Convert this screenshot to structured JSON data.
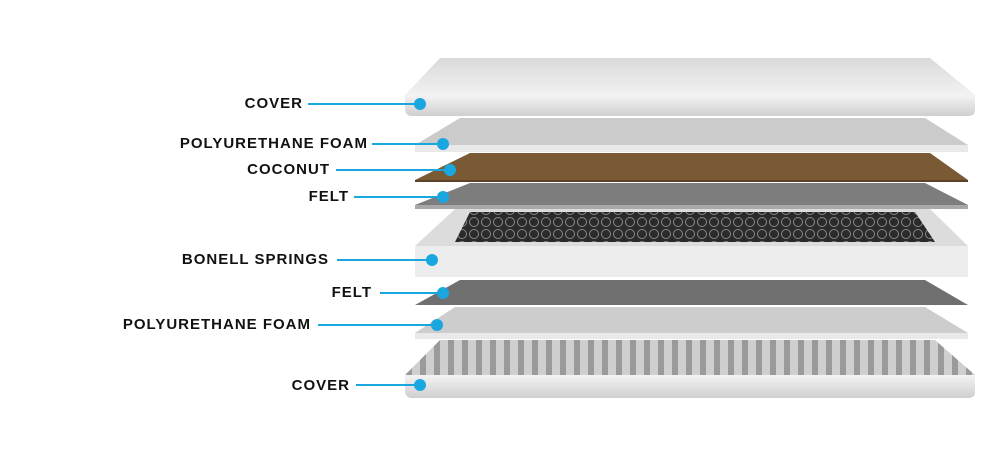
{
  "layers": [
    {
      "label": "COVER"
    },
    {
      "label": "POLYURETHANE FOAM"
    },
    {
      "label": "COCONUT"
    },
    {
      "label": "FELT"
    },
    {
      "label": "BONELL SPRINGS"
    },
    {
      "label": "FELT"
    },
    {
      "label": "POLYURETHANE FOAM"
    },
    {
      "label": "COVER"
    }
  ],
  "colors": {
    "accent": "#1aa7e0",
    "coconut": "#7a5a35",
    "felt": "#7d7d7d",
    "foam": "#cfcfcf",
    "cover": "#e6e6e6"
  }
}
